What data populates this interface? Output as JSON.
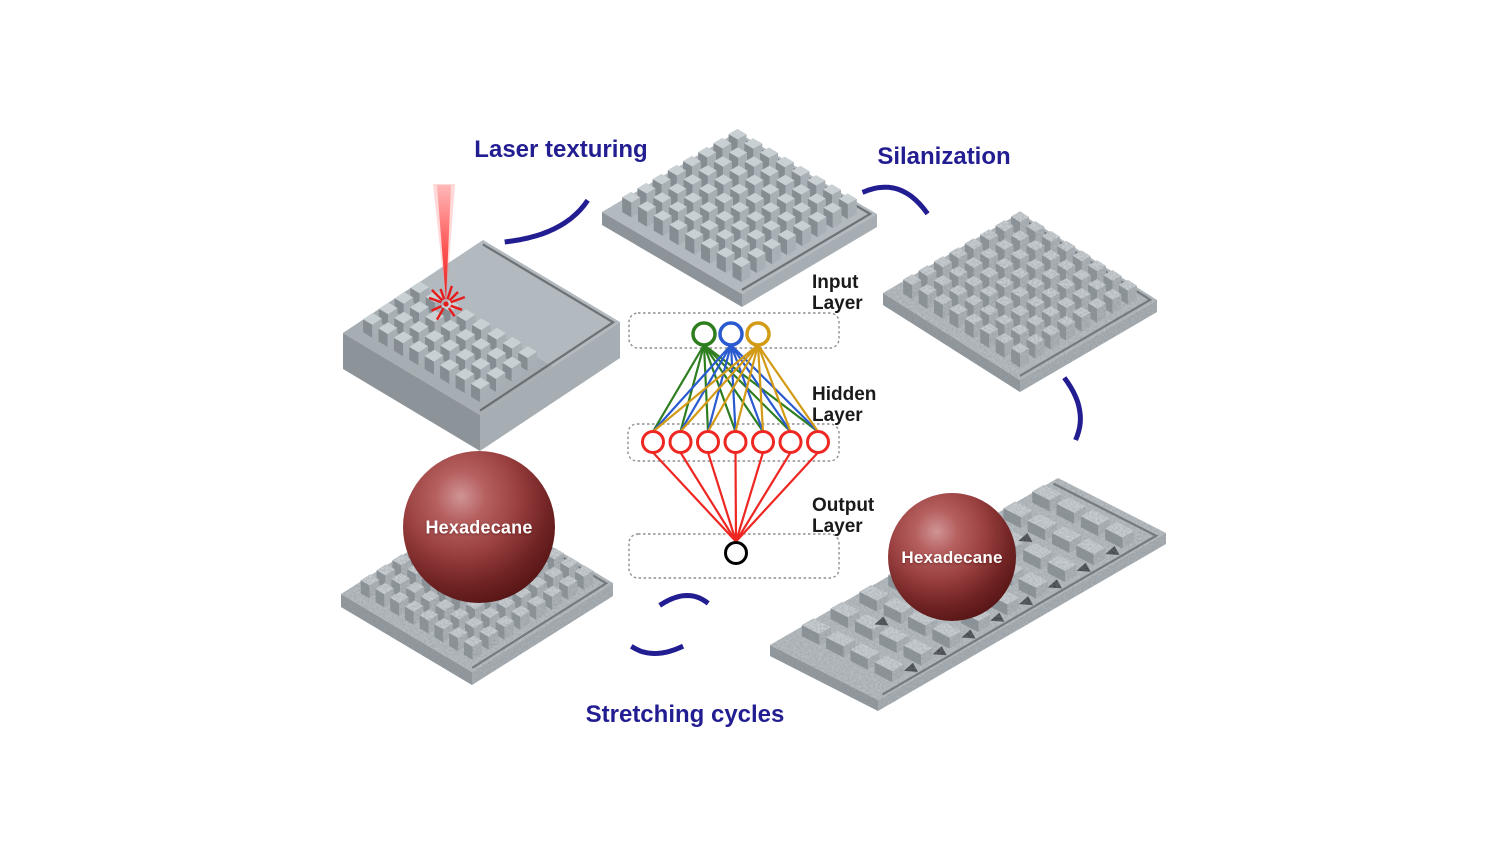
{
  "figure": {
    "background": "#ffffff",
    "steps": {
      "laser_texturing": "Laser texturing",
      "silanization": "Silanization",
      "stretching_cycles": "Stretching cycles"
    },
    "network": {
      "input_label": [
        "Input",
        "Layer"
      ],
      "hidden_label": [
        "Hidden",
        "Layer"
      ],
      "output_label": [
        "Output",
        "Layer"
      ],
      "input_nodes": 3,
      "input_colors": [
        "#2e7d1f",
        "#2a5ad0",
        "#d39a16"
      ],
      "hidden_nodes": 7,
      "hidden_color": "#ee2722",
      "output_nodes": 1,
      "output_color": "#000000"
    },
    "droplets": {
      "left_label": "Hexadecane",
      "right_label": "Hexadecane"
    },
    "colors": {
      "accent_navy": "#231d92",
      "label_black": "#1a1a1a",
      "laser_red": "#e51c1c",
      "droplet_maroon": "#8c3232",
      "surface_gray": "#b5bcc1"
    }
  }
}
